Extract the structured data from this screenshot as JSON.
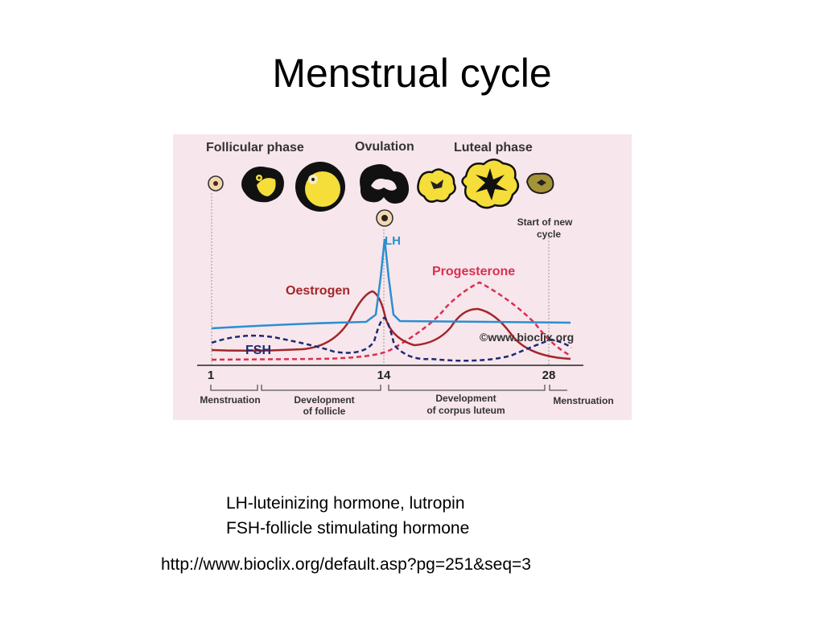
{
  "slide": {
    "title": "Menstrual cycle",
    "notes": [
      "LH-luteinizing hormone, lutropin",
      "FSH-follicle stimulating hormone"
    ],
    "source_url": "http://www.bioclix.org/default.asp?pg=251&seq=3"
  },
  "diagram": {
    "background_color": "#f7e6ec",
    "phase_labels": {
      "follicular": "Follicular phase",
      "ovulation": "Ovulation",
      "luteal": "Luteal phase"
    },
    "start_of_new_cycle": [
      "Start of new",
      "cycle"
    ],
    "hormones": {
      "lh": {
        "label": "LH",
        "color": "#2a8fd0"
      },
      "fsh": {
        "label": "FSH",
        "color": "#1c2a72"
      },
      "oestrogen": {
        "label": "Oestrogen",
        "color": "#a3262a"
      },
      "progesterone": {
        "label": "Progesterone",
        "color": "#d8304f"
      }
    },
    "copyright": "©www.bioclix.org",
    "day_ticks": [
      "1",
      "14",
      "28"
    ],
    "periods": {
      "menstruation_start": "Menstruation",
      "follicle": [
        "Development",
        "of follicle"
      ],
      "corpus_luteum": [
        "Development",
        "of corpus luteum"
      ],
      "menstruation_end": "Menstruation"
    },
    "icons": [
      "follicle-icon",
      "growing-follicle-icon",
      "mature-follicle-icon",
      "ruptured-follicle-icon",
      "corpus-luteum-icon",
      "mature-corpus-luteum-icon",
      "corpus-albicans-icon",
      "ovum-icon"
    ]
  }
}
